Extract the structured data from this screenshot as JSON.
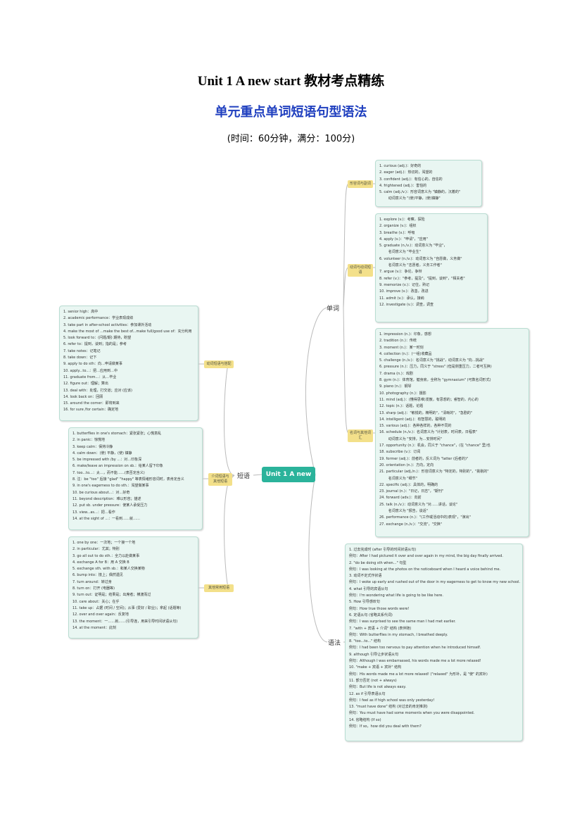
{
  "title": "Unit 1 A new start  教材考点精练",
  "subtitle": "单元重点单词短语句型语法",
  "time_info": "(时间：60分钟，满分：100分)",
  "center": "Unit 1 A new start",
  "branches": {
    "words": "单词",
    "phrases": "短语",
    "grammar": "语法"
  },
  "labels": {
    "adj": "形容词与副词",
    "verb": "动词与动词短语",
    "noun": "名词与其他词汇",
    "ph1": "动词短语与搭配",
    "ph2": "介词短语与其他短语",
    "ph3": "其他常用短语"
  },
  "box_adj": [
    "1. curious (adj.)：好奇的",
    "2. eager (adj.)：热切的，渴望的",
    "3. confident (adj.)：有信心的，自信的",
    "4. frightened (adj.)：害怕的",
    "5. calm (adj./v.)：形容词意义为 \"镇静的，沉着的\"",
    "        动词意义为 \"(使)平静，(使)镇静\""
  ],
  "box_verb": [
    "1. explore (v.)：考察，探险",
    "2. organize (v.)：组织",
    "3. breathe (v.)：呼吸",
    "4. apply (v.)：\"申请\"，\"应用\"",
    "5. graduate (n./v.)：动词意义为 \"毕业\"，",
    "        名词意义为 \"毕业生\"",
    "6. volunteer (n./v.)：动词意义为 \"自愿做，义务做\"",
    "        名词意义为 \"志愿者，义务工作者\"",
    "7. argue (v.)：争论，争辩",
    "8. refer (v.)：\"参考，提及\"，\"提到，谈到\"，\"相关者\"",
    "9. memorize (v.)：记住，熟记",
    "10. improve (v.)：改善，改进",
    "11. admit (v.)：承认，接纳",
    "12. investigate (v.)：调查，调查"
  ],
  "box_noun": [
    "1. impression (n.)：印象，感想",
    "2. tradition (n.)：传统",
    "3. moment (n.)：某一时刻",
    "4. collection (n.)：(一组)收藏品",
    "5. challenge (n./v.)：名词意义为 \"挑战\"，动词意义为 \"向…挑战\"",
    "6. pressure (n.)：压力，同义于 \"stress\" (但是侧重压力，二者可互换)",
    "7. drama (n.)：戏剧",
    "8. gym (n.)：体育馆，健身房，全称为 \"gymnasium\" (可数名词形式)",
    "9. piano (n.)：钢琴",
    "10. photography (n.)：摄影",
    "11. mind (adj.)：(懂得思维)发散，有思想的；睿智的，内心的",
    "12. topic (n.)：话题，论题",
    "13. sharp (adj.)：\"敏锐的，精明的\"，\"清晰的\"，\"急剧的\"",
    "14. intelligent (adj.)：有智慧的，聪明的",
    "15. various (adj.)：各种各样的，各种不同的",
    "16. schedule (n./v.)：名词意义为 \"计划表，时间表，日程表\"",
    "        动词意义为 \"安排，为…安排时间\"",
    "17. opportunity (n.)：机会，同义于 \"chance\"，(在 \"chance\" 里)也",
    "18. subscribe (v.)：订阅",
    "19. former (adj.)：前者的，反义词为 \"latter (后者的)\"",
    "20. orientation (n.)：方向，定向",
    "21. particular (adj./n.)：形容词意义为 \"特定的，特别的\"，\"挑剔的\"",
    "        名词意义为 \"细节\"",
    "22. specific (adj.)：具体的，明确的",
    "23. journal (n.)：\"日记，日志\"，\"期刊\"",
    "24. forward (adv.)：向前",
    "25. talk (n./v.)：动词意义为 \"对……讲话，谈论\"",
    "        名词意义为 \"报告，谈话\"",
    "26. performance (n.)：\"(工作或活动中的)表现\"，\"演出\"",
    "27. exchange (n./v.)：\"交流\"，\"交换\""
  ],
  "box_grammar": [
    "1. 过去完成时 (after 引导的时间状语从句)",
    "例句：After I had pictured it over and over again in my mind, the big day finally arrived.",
    "2. \"do be doing sth when...\" 句型",
    "例句：I was looking at the photos on the noticeboard when I heard a voice behind me.",
    "3. 动词不定式作状语",
    "例句：I woke up early and rushed out of the door in my eagerness to get to know my new school.",
    "4. what 引导的宾语从句",
    "例句：I'm wondering what life is going to be like here.",
    "5. How 引导感叹句",
    "例句：How true those words were!",
    "6. 定语从句 (省略关系代词)",
    "例句：I was surprised to see the same man I had met earlier.",
    "7. \"with + 宾语 + 介词\" 结构 (表伴随)",
    "例句：With butterflies in my stomach, I breathed deeply.",
    "8. \"too...to...\" 结构",
    "例句：I had been too nervous to pay attention when he introduced himself.",
    "9. although 引导让步状语从句",
    "例句：Although I was embarrassed, his words made me a lot more relaxed!",
    "10. \"make + 宾语 + 宾补\" 结构",
    "例句：His words made me a lot more relaxed! (\"relaxed\" 为形补，是 \"使\" 的宾补)",
    "11. 部分否定 (not + always)",
    "例句：But life is not always easy.",
    "12. as if 引导表语从句",
    "例句：I feel as if high school was only yesterday!",
    "13. \"must have done\" 结构 (对过去的肯定推测)",
    "例句：You must have had some moments when you were disappointed.",
    "14. 省略结构 (If so)",
    "例句：If so，how did you deal with them?"
  ],
  "box_ph1": [
    "1. senior high：高中",
    "2. academic performance：学业表现成绩",
    "3. take part in after-school activities：参加课外活动",
    "4. make the most of ...make the best of...make full/good use of：充分利用",
    "5. look forward to：(问题/期) 期待，盼望",
    "6. refer to：提到，谈到；指的是；参考",
    "7. take notes：记笔记",
    "8. take down：记下",
    "9. apply to do sth：向…申请做某事",
    "10. apply...to...：把…应用到…中",
    "11. graduate from...：从…毕业",
    "12. figure out：理解；算出",
    "13. deal with：处理，打交道；应对 (应该)",
    "14. look back on：回顾",
    "15. around the corner：即将到来",
    "16. for sure /for certain：确定地"
  ],
  "box_ph2": [
    "1. butterflies in one's stomach：紧张紧张；心慌意乱",
    "2. in panic：惊慌地",
    "3. keep calm：保持冷静",
    "4. calm down：(使) 平静，(使) 镇静",
    "5. be impressed with /by ...：对…印象深",
    "6. make/leave an impression on sb.：给某人留下印象",
    "7. too...to...：太…，而不能……(表否定含义)",
    "8. 注：be \"too\" 后接 \"glad\" \"happy\" 等表情绪形容词时，表肯定含义",
    "9. in one's eagerness to do sth.：渴望做某事",
    "10. be curious about...：对…好奇",
    "11. beyond description：难以形容；描述",
    "12. put sb. under pressure：使某人承受压力",
    "13. view...as...：把…看作",
    "14. at the sight of ...：一看到……就……"
  ],
  "box_ph3": [
    "1. one by one：一次地；一个接一个地",
    "2. in particular：尤其；特别",
    "3. go all out to do sth.：全力以赴做某事",
    "4. exchange A for B：用 A 交换 B",
    "5. exchange sth. with sb.：和某人交换某物",
    "6. bump into：撞上；偶然遇见",
    "7. turn around：转过身",
    "8. turn on：打开 (电器等)",
    "9. turn out：证明是；结果是；出席者；横渡而过",
    "10. care about：关心；在乎",
    "11. take up：占据 (时间 / 空间)；从事 (爱好 / 职业)；拿起 (话题等)",
    "12. over and over again：反复地",
    "13. the moment：一……就……(引导连，用来引导时间状语从句)",
    "14. at the moment：此刻"
  ]
}
